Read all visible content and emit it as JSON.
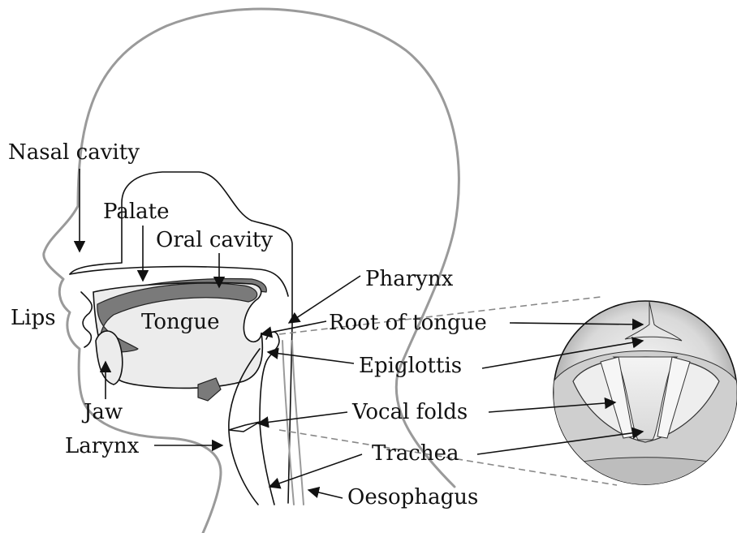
{
  "labels": {
    "nasal_cavity": "Nasal cavity",
    "palate": "Palate",
    "oral_cavity": "Oral cavity",
    "lips": "Lips",
    "tongue": "Tongue",
    "jaw": "Jaw",
    "larynx": "Larynx",
    "pharynx": "Pharynx",
    "root_of_tongue": "Root of tongue",
    "epiglottis": "Epiglottis",
    "vocal_folds": "Vocal folds",
    "trachea": "Trachea",
    "oesophagus": "Oesophagus"
  },
  "colors": {
    "head_outline": "#9a9a9a",
    "line": "#111111",
    "tract_fill": "#ececec",
    "tissue_grey": "#7a7a7a"
  }
}
